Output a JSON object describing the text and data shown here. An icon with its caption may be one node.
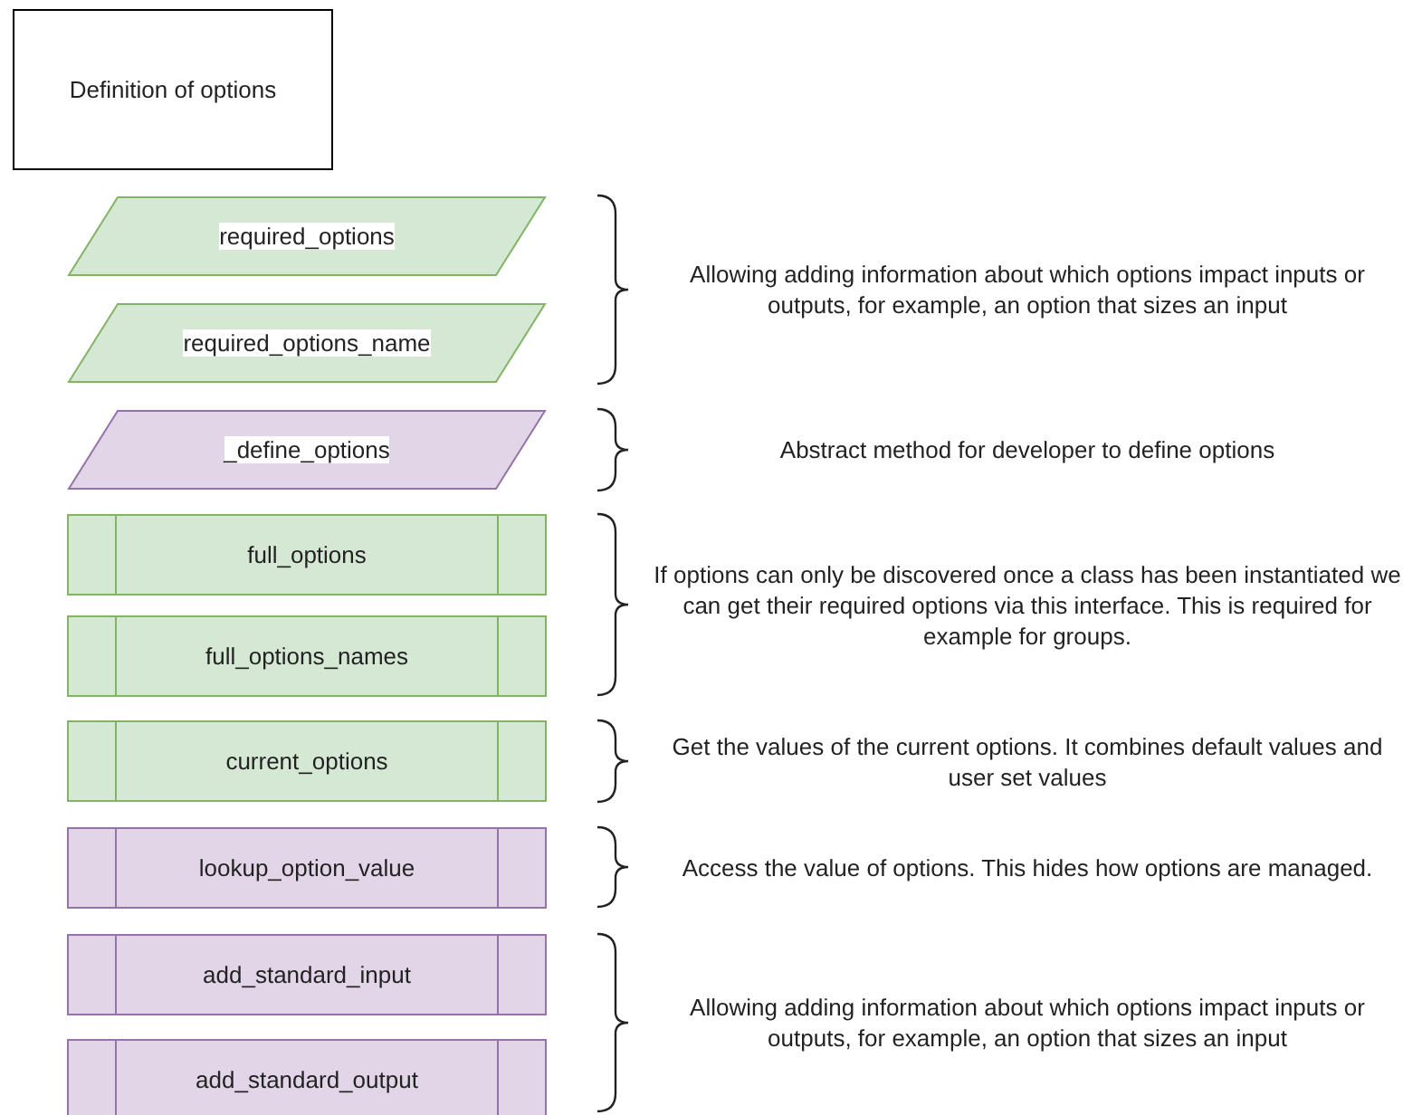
{
  "diagram": {
    "nodes": [
      {
        "text": [
          "Definition of options"
        ]
      },
      {
        "text": [
          "required_options"
        ]
      },
      {
        "text": [
          "required_options_name"
        ]
      },
      {
        "text": [
          "_define_options"
        ]
      },
      {
        "text": [
          "full_options"
        ]
      },
      {
        "text": [
          "full_options_names"
        ]
      },
      {
        "text": [
          "current_options"
        ]
      },
      {
        "text": [
          "lookup_option_value"
        ]
      },
      {
        "text": [
          "add_standard_input"
        ]
      },
      {
        "text": [
          "add_standard_output"
        ]
      }
    ],
    "edges": [],
    "labels": [
      "Allowing adding information about which options impact inputs or outputs, for example, an option that sizes an input",
      "Abstract method for developer to define options",
      "If options can only be discovered once a class has been instantiated we can get their required options via this interface. This is required for example for groups.",
      "Get the values of the current options. It combines default values and user set values",
      "Access the value of options. This hides how options are managed.",
      "Allowing adding information about which options impact inputs or outputs, for example, an option that sizes an input"
    ]
  }
}
